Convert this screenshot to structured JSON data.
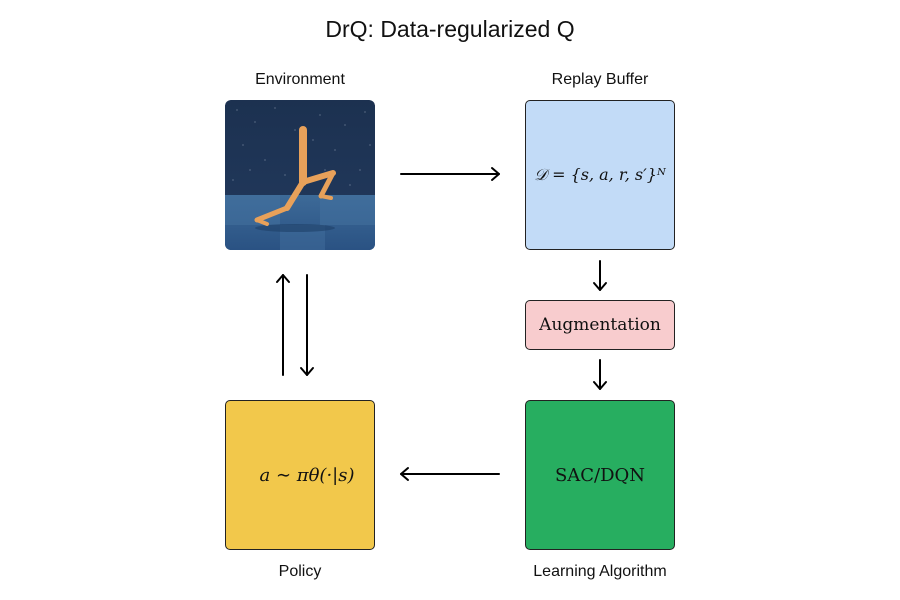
{
  "title": "DrQ: Data-regularized Q",
  "nodes": {
    "environment": {
      "label": "Environment",
      "image": "cheetah-walker-simulation-thumbnail"
    },
    "replay_buffer": {
      "label": "Replay Buffer",
      "formula": "𝒟 = {s, a, r, s′}ᴺ",
      "color": "#c2dbf7"
    },
    "augmentation": {
      "text": "Augmentation",
      "color": "#f8ccce"
    },
    "learning_algorithm": {
      "label": "Learning Algorithm",
      "text": "SAC/DQN",
      "color": "#27ae60"
    },
    "policy": {
      "label": "Policy",
      "formula": "a ∼ πθ(·|s)",
      "color": "#f2c84b"
    }
  },
  "edges": [
    {
      "from": "environment",
      "to": "replay_buffer",
      "icon": "arrow-right-icon"
    },
    {
      "from": "replay_buffer",
      "to": "augmentation",
      "icon": "arrow-down-icon"
    },
    {
      "from": "augmentation",
      "to": "learning_algorithm",
      "icon": "arrow-down-icon"
    },
    {
      "from": "learning_algorithm",
      "to": "policy",
      "icon": "arrow-left-icon"
    },
    {
      "from": "policy",
      "to": "environment",
      "icon": "arrow-up-icon"
    },
    {
      "from": "environment",
      "to": "policy",
      "icon": "arrow-down-icon"
    }
  ]
}
